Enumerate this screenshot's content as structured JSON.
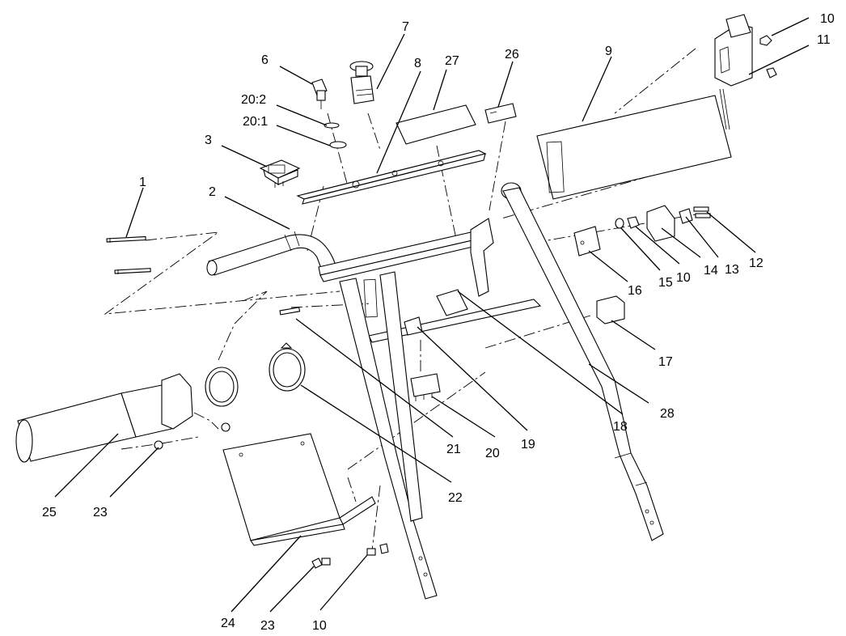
{
  "callouts": [
    {
      "id": "c1",
      "text": "1"
    },
    {
      "id": "c2",
      "text": "2"
    },
    {
      "id": "c3",
      "text": "3"
    },
    {
      "id": "c6",
      "text": "6"
    },
    {
      "id": "c7",
      "text": "7"
    },
    {
      "id": "c8",
      "text": "8"
    },
    {
      "id": "c9",
      "text": "9"
    },
    {
      "id": "c10a",
      "text": "10"
    },
    {
      "id": "c10b",
      "text": "10"
    },
    {
      "id": "c10c",
      "text": "10"
    },
    {
      "id": "c11",
      "text": "11"
    },
    {
      "id": "c12",
      "text": "12"
    },
    {
      "id": "c13",
      "text": "13"
    },
    {
      "id": "c14",
      "text": "14"
    },
    {
      "id": "c15",
      "text": "15"
    },
    {
      "id": "c16",
      "text": "16"
    },
    {
      "id": "c17",
      "text": "17"
    },
    {
      "id": "c18",
      "text": "18"
    },
    {
      "id": "c19",
      "text": "19"
    },
    {
      "id": "c20",
      "text": "20"
    },
    {
      "id": "c20-1",
      "text": "20:1"
    },
    {
      "id": "c20-2",
      "text": "20:2"
    },
    {
      "id": "c21",
      "text": "21"
    },
    {
      "id": "c22",
      "text": "22"
    },
    {
      "id": "c23a",
      "text": "23"
    },
    {
      "id": "c23b",
      "text": "23"
    },
    {
      "id": "c24",
      "text": "24"
    },
    {
      "id": "c25",
      "text": "25"
    },
    {
      "id": "c26",
      "text": "26"
    },
    {
      "id": "c27",
      "text": "27"
    },
    {
      "id": "c28",
      "text": "28"
    }
  ],
  "colors": {
    "line": "#000000",
    "background": "#ffffff"
  }
}
